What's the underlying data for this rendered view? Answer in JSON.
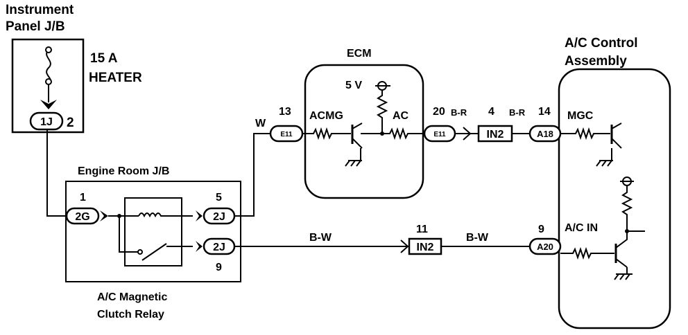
{
  "instrument_panel": {
    "title_line1": "Instrument",
    "title_line2": "Panel J/B",
    "fuse_rating": "15 A",
    "fuse_name": "HEATER",
    "connector": "1J",
    "pin": "2"
  },
  "engine_room": {
    "title": "Engine Room J/B",
    "conn_left": "2G",
    "conn_left_pin": "1",
    "conn_top_right": "2J",
    "conn_top_right_pin": "5",
    "conn_bottom_right": "2J",
    "conn_bottom_right_pin": "9",
    "relay_line1": "A/C Magnetic",
    "relay_line2": "Clutch Relay"
  },
  "ecm": {
    "title": "ECM",
    "voltage": "5 V",
    "acmg_label": "ACMG",
    "ac_label": "AC",
    "conn_in": "E11",
    "conn_in_pin": "13",
    "conn_out": "E11",
    "conn_out_pin": "20"
  },
  "wires": {
    "w_color": "W",
    "br_color_1": "B-R",
    "br_color_2": "B-R",
    "bw_color_1": "B-W",
    "bw_color_2": "B-W"
  },
  "junctions": {
    "in2_top": "IN2",
    "in2_top_pin": "4",
    "in2_bottom": "IN2",
    "in2_bottom_pin": "11"
  },
  "ac_control": {
    "title_line1": "A/C Control",
    "title_line2": "Assembly",
    "mgc_label": "MGC",
    "acin_label": "A/C IN",
    "conn_top": "A18",
    "conn_top_pin": "14",
    "conn_bottom": "A20",
    "conn_bottom_pin": "9"
  }
}
